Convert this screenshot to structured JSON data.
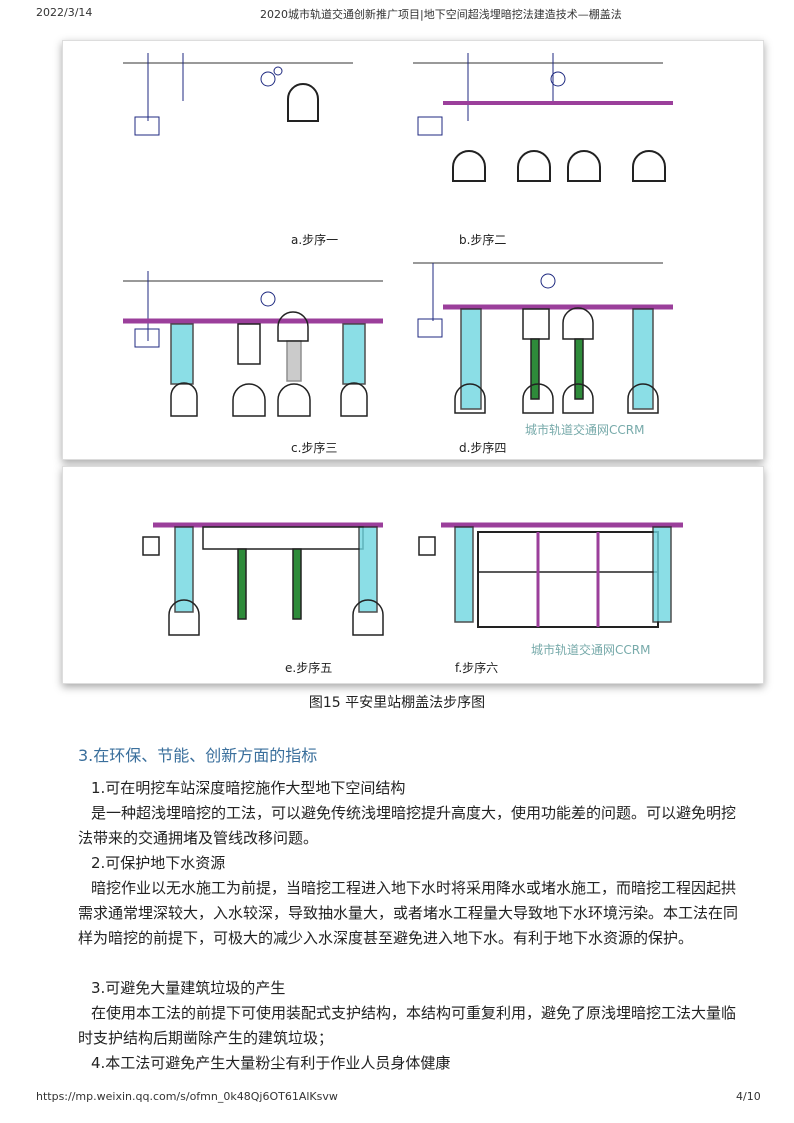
{
  "header": {
    "date": "2022/3/14",
    "title": "2020城市轨道交通创新推广项目|地下空间超浅埋暗挖法建造技术—棚盖法"
  },
  "figure": {
    "captions": [
      "a.步序一",
      "b.步序二",
      "c.步序三",
      "d.步序四",
      "e.步序五",
      "f.步序六"
    ],
    "watermark": "城市轨道交通网CCRM",
    "title": "图15  平安里站棚盖法步序图"
  },
  "section": {
    "title": "3.在环保、节能、创新方面的指标",
    "items": [
      {
        "heading": "1.可在明挖车站深度暗挖施作大型地下空间结构",
        "body": "是一种超浅埋暗挖的工法，可以避免传统浅埋暗挖提升高度大，使用功能差的问题。可以避免明挖法带来的交通拥堵及管线改移问题。"
      },
      {
        "heading": "2.可保护地下水资源",
        "body": "暗挖作业以无水施工为前提，当暗挖工程进入地下水时将采用降水或堵水施工，而暗挖工程因起拱需求通常埋深较大，入水较深，导致抽水量大，或者堵水工程量大导致地下水环境污染。本工法在同样为暗挖的前提下，可极大的减少入水深度甚至避免进入地下水。有利于地下水资源的保护。"
      },
      {
        "heading": "3.可避免大量建筑垃圾的产生",
        "body": "在使用本工法的前提下可使用装配式支护结构，本结构可重复利用，避免了原浅埋暗挖工法大量临时支护结构后期凿除产生的建筑垃圾；"
      },
      {
        "heading": "4.本工法可避免产生大量粉尘有利于作业人员身体健康",
        "body": ""
      }
    ]
  },
  "footer": {
    "url": "https://mp.weixin.qq.com/s/ofmn_0k48Qj6OT61AlKsvw",
    "page": "4/10"
  },
  "colors": {
    "roof": "#9b3f9b",
    "pipe": "#1f2a80",
    "water": "#6fd6e0",
    "steel": "#2e8b3a"
  }
}
